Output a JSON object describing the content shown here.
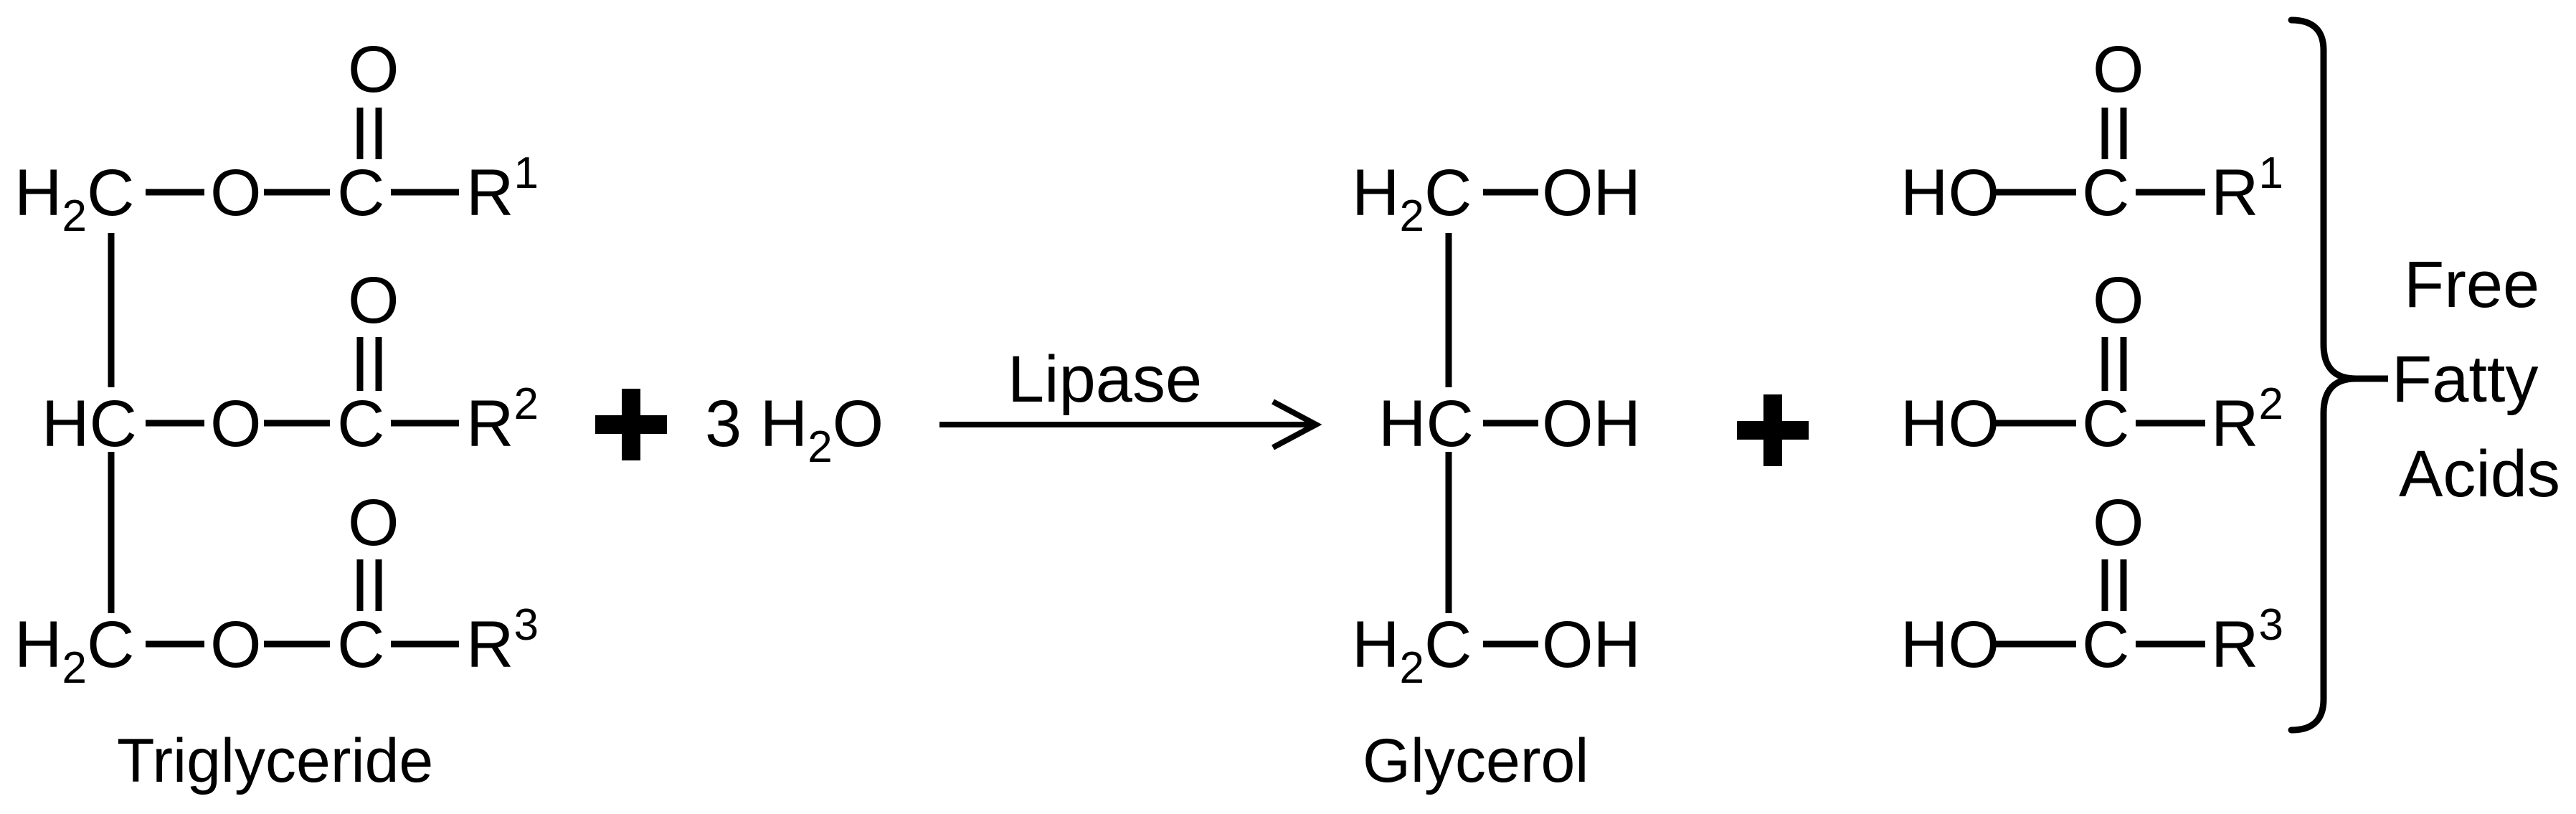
{
  "triglyceride": {
    "rows": [
      {
        "carbon": "H",
        "carbon_sub": "2",
        "carbon_tail": "C",
        "ester_o": "O",
        "carbonyl_c": "C",
        "carbonyl_o": "O",
        "r": "R",
        "r_index": "1"
      },
      {
        "carbon": "HC",
        "carbon_sub": "",
        "carbon_tail": "",
        "ester_o": "O",
        "carbonyl_c": "C",
        "carbonyl_o": "O",
        "r": "R",
        "r_index": "2"
      },
      {
        "carbon": "H",
        "carbon_sub": "2",
        "carbon_tail": "C",
        "ester_o": "O",
        "carbonyl_c": "C",
        "carbonyl_o": "O",
        "r": "R",
        "r_index": "3"
      }
    ],
    "caption": "Triglyceride"
  },
  "reagent": {
    "plus": "+",
    "coefficient": "3 ",
    "h": "H",
    "h_sub": "2",
    "o": "O"
  },
  "arrow": {
    "label": "Lipase"
  },
  "glycerol": {
    "rows": [
      {
        "carbon": "H",
        "carbon_sub": "2",
        "carbon_tail": "C",
        "group": "OH"
      },
      {
        "carbon": "HC",
        "carbon_sub": "",
        "carbon_tail": "",
        "group": "OH"
      },
      {
        "carbon": "H",
        "carbon_sub": "2",
        "carbon_tail": "C",
        "group": "OH"
      }
    ],
    "caption": "Glycerol"
  },
  "product_plus": "+",
  "fatty_acids": {
    "rows": [
      {
        "hydroxyl": "HO",
        "carbonyl_c": "C",
        "carbonyl_o": "O",
        "r": "R",
        "r_index": "1"
      },
      {
        "hydroxyl": "HO",
        "carbonyl_c": "C",
        "carbonyl_o": "O",
        "r": "R",
        "r_index": "2"
      },
      {
        "hydroxyl": "HO",
        "carbonyl_c": "C",
        "carbonyl_o": "O",
        "r": "R",
        "r_index": "3"
      }
    ],
    "label_lines": [
      "Free",
      "Fatty",
      "Acids"
    ]
  }
}
